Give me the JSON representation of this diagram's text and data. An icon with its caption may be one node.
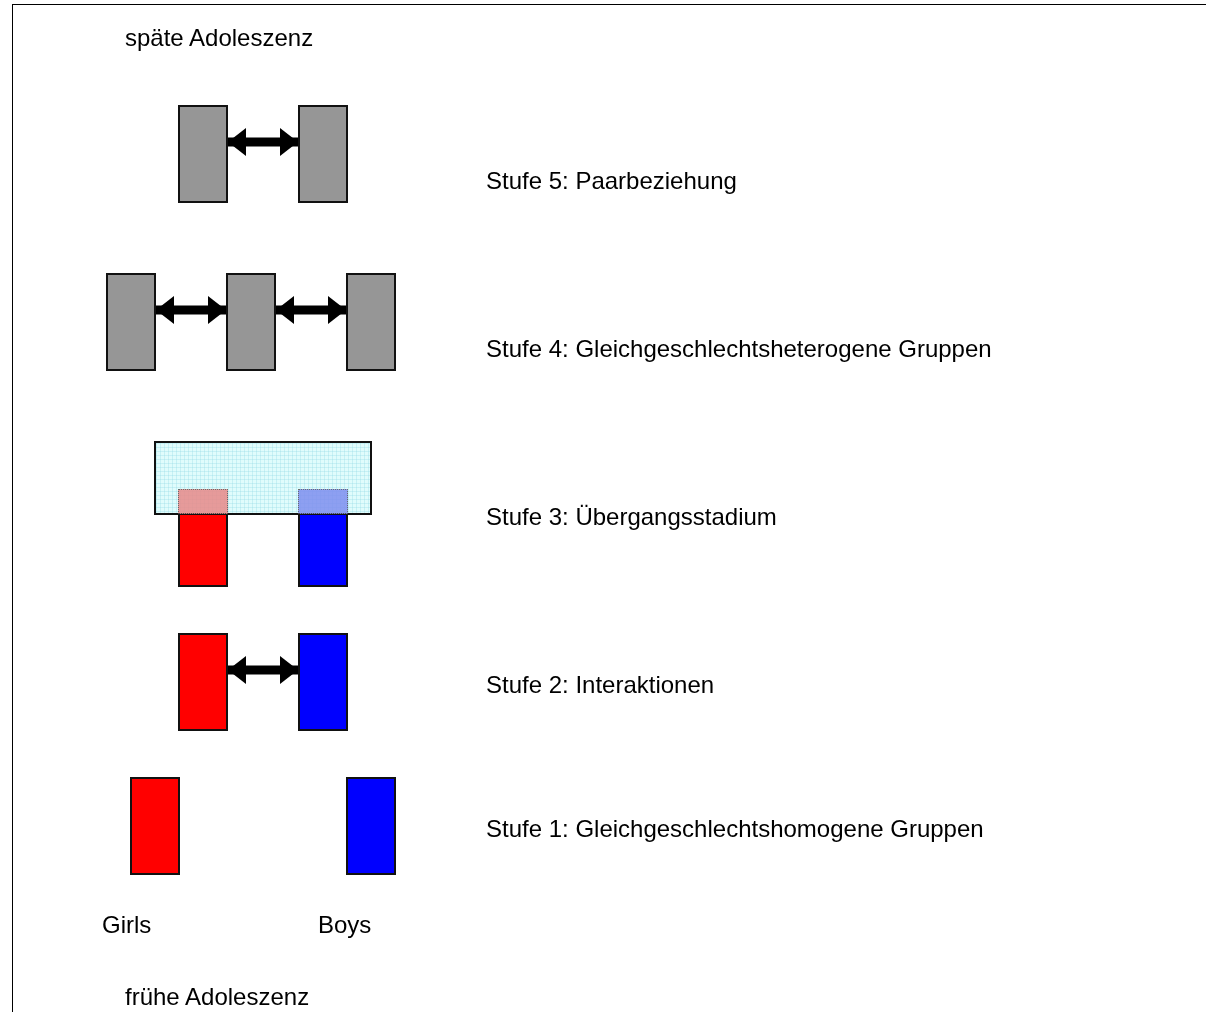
{
  "diagram": {
    "nodes": [
      {
        "text": [],
        "shape": "box"
      },
      {
        "text": [],
        "shape": "box"
      },
      {
        "text": [],
        "shape": "box"
      },
      {
        "text": [],
        "shape": "box"
      },
      {
        "text": [],
        "shape": "box"
      },
      {
        "text": [],
        "shape": "box"
      },
      {
        "text": [],
        "shape": "box"
      },
      {
        "text": [],
        "shape": "box"
      },
      {
        "text": [],
        "shape": "box"
      },
      {
        "text": [],
        "shape": "box"
      },
      {
        "text": [],
        "shape": "box"
      },
      {
        "text": [],
        "shape": "box"
      }
    ],
    "edges": [
      {
        "from": 0,
        "to": 1,
        "arrow": "both"
      },
      {
        "from": 2,
        "to": 3,
        "arrow": "both"
      },
      {
        "from": 3,
        "to": 4,
        "arrow": "both"
      },
      {
        "from": 8,
        "to": 9,
        "arrow": "both"
      }
    ],
    "labels": [
      "späte Adoleszenz",
      "Stufe 5: Paarbeziehung",
      "Stufe 4: Gleichgeschlechtsheterogene Gruppen",
      "Stufe 3: Übergangsstadium",
      "Stufe 2: Interaktionen",
      "Stufe 1: Gleichgeschlechtshomogene Gruppen",
      "Girls",
      "Boys",
      "frühe Adoleszenz"
    ]
  }
}
